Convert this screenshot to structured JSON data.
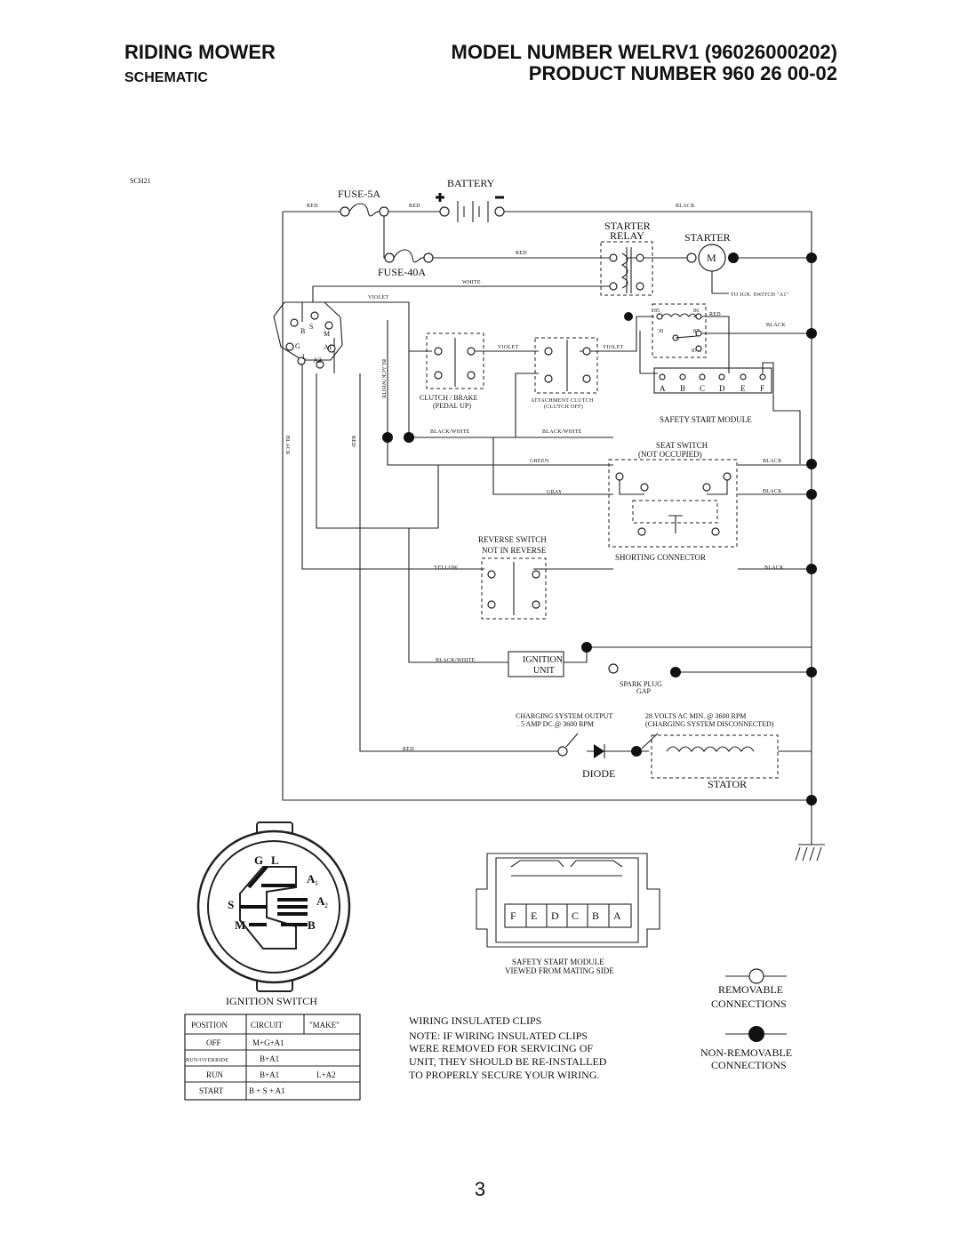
{
  "header": {
    "title_left": "RIDING MOWER",
    "subtitle_left": "SCHEMATIC",
    "title_right": "MODEL NUMBER WELRV1 (96026000202)",
    "subtitle_right": "PRODUCT NUMBER 960 26 00-02"
  },
  "diagram_id": "SCH21",
  "components": {
    "battery": "BATTERY",
    "fuse_5a": "FUSE-5A",
    "fuse_40a": "FUSE-40A",
    "starter_relay_1": "STARTER",
    "starter_relay_2": "RELAY",
    "starter": "STARTER",
    "motor": "M",
    "to_ign_switch": "TO IGN. SWITCH \"A1\"",
    "clutch_brake_1": "CLUTCH / BRAKE",
    "clutch_brake_2": "(PEDAL UP)",
    "attachment_clutch_1": "ATTACHMENT CLUTCH",
    "attachment_clutch_2": "(CLUTCH OFF)",
    "safety_start_module": "SAFETY START MODULE",
    "seat_switch_1": "SEAT SWITCH",
    "seat_switch_2": "(NOT OCCUPIED)",
    "shorting_connector": "SHORTING CONNECTOR",
    "reverse_switch_1": "REVERSE SWITCH",
    "reverse_switch_2": "NOT IN REVERSE",
    "ignition_unit_1": "IGNITION",
    "ignition_unit_2": "UNIT",
    "spark_plug_1": "SPARK PLUG",
    "spark_plug_2": "GAP",
    "charging_output_1": "CHARGING SYSTEM OUTPUT",
    "charging_output_2": ". 5 AMP DC @ 3600 RPM",
    "volts_ac_1": "28 VOLTS AC MIN. @ 3600 RPM",
    "volts_ac_2": "(CHARGING SYSTEM DISCONNECTED)",
    "diode": "DIODE",
    "stator": "STATOR"
  },
  "relay_pins": [
    "85",
    "86",
    "30",
    "87",
    "87A"
  ],
  "module_terminals": [
    "A",
    "B",
    "C",
    "D",
    "E",
    "F"
  ],
  "switch_terminals": [
    "B",
    "S",
    "M",
    "G",
    "A1",
    "L",
    "A2"
  ],
  "wire_labels": {
    "red": "RED",
    "black": "BLACK",
    "white": "WHITE",
    "violet": "VIOLET",
    "black_white": "BLACK/WHITE",
    "green": "GREEN",
    "gray": "GRAY",
    "yellow": "YELLOW"
  },
  "ignition_switch": {
    "title": "IGNITION SWITCH",
    "letters": [
      "G",
      "L",
      "A",
      "1",
      "S",
      "A",
      "2",
      "M",
      "B"
    ],
    "table": {
      "headers": [
        "POSITION",
        "CIRCUIT",
        "\"MAKE\""
      ],
      "rows": [
        {
          "position": "OFF",
          "circuit": "M+G+A1",
          "make": ""
        },
        {
          "position": "RUN/OVERRIDE",
          "circuit": "B+A1",
          "make": ""
        },
        {
          "position": "RUN",
          "circuit": "B+A1",
          "make": "L+A2"
        },
        {
          "position": "START",
          "circuit": "B + S + A1",
          "make": ""
        }
      ]
    }
  },
  "connector": {
    "terminals": [
      "F",
      "E",
      "D",
      "C",
      "B",
      "A"
    ],
    "caption_1": "SAFETY START MODULE",
    "caption_2": "VIEWED FROM MATING SIDE"
  },
  "legend": {
    "removable_1": "REMOVABLE",
    "removable_2": "CONNECTIONS",
    "nonremovable_1": "NON-REMOVABLE",
    "nonremovable_2": "CONNECTIONS"
  },
  "note": {
    "title": "WIRING INSULATED CLIPS",
    "lines": [
      "NOTE:  IF WIRING INSULATED CLIPS",
      "WERE REMOVED FOR SERVICING OF",
      "UNIT, THEY SHOULD BE RE-INSTALLED",
      "TO PROPERLY SECURE YOUR WIRING."
    ]
  },
  "page_number": "3"
}
